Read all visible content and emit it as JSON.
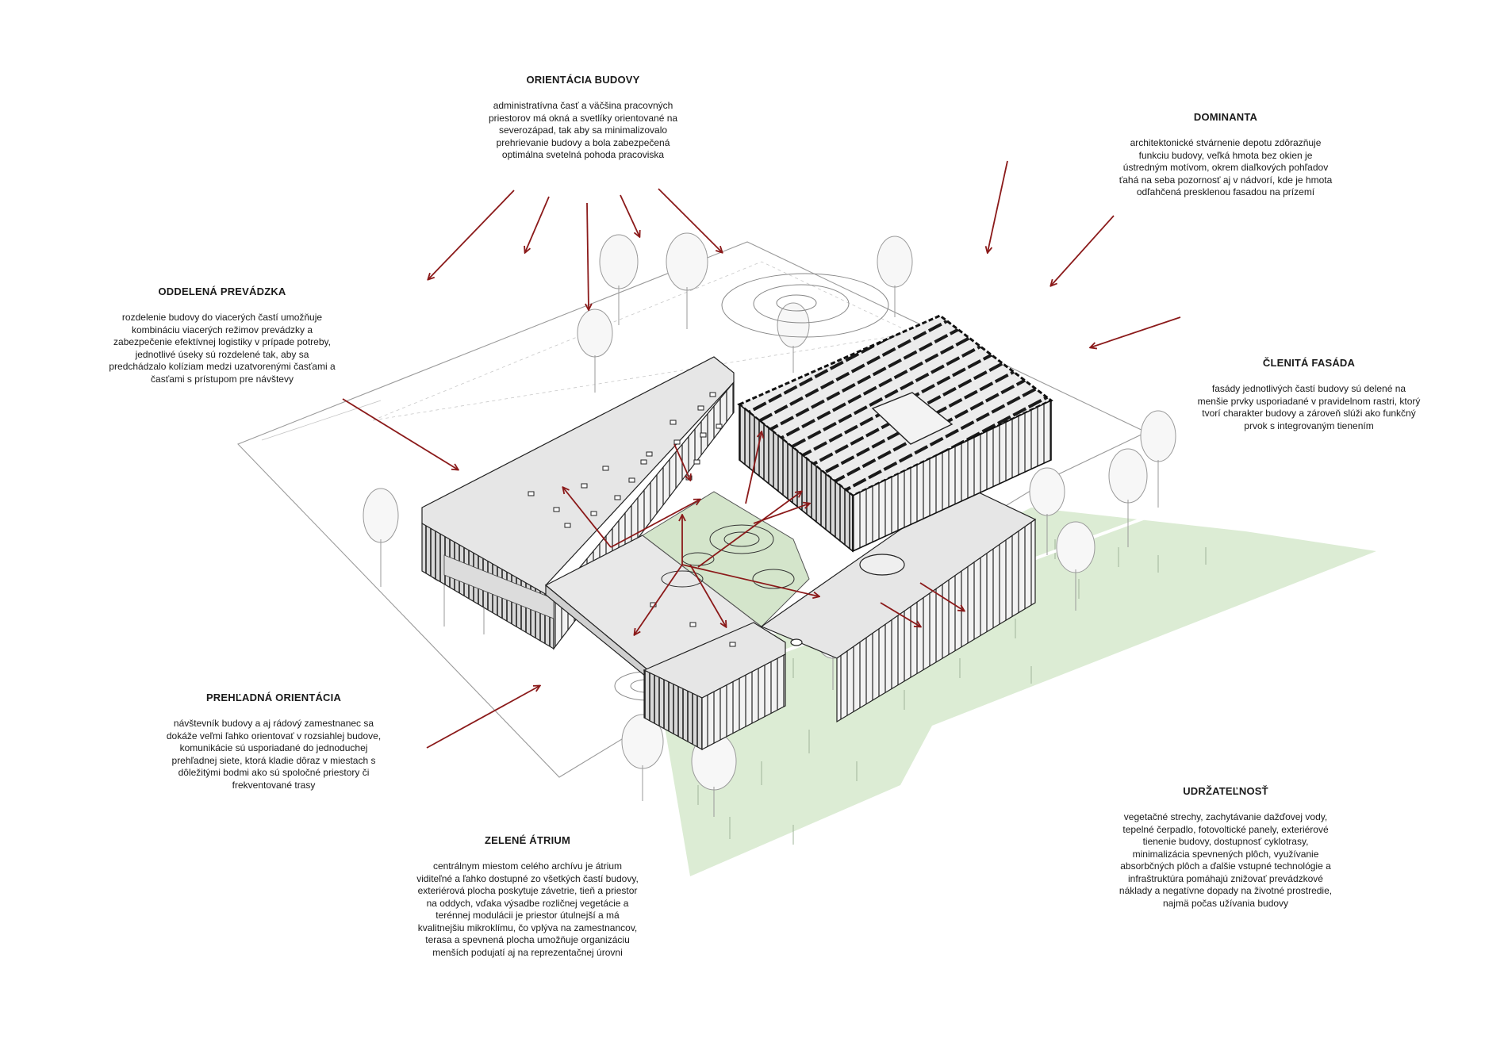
{
  "annotations": [
    {
      "id": "orientacia",
      "title": "ORIENTÁCIA BUDOVY",
      "text": "administratívna časť a väčšina pracovných\npriestorov má okná a svetlíky orientované na\nseverozápad, tak aby sa minimalizovalo\nprehrievanie budovy a bola zabezpečená\noptimálna svetelná pohoda pracoviska"
    },
    {
      "id": "dominanta",
      "title": "DOMINANTA",
      "text": "architektonické stvárnenie depotu zdôrazňuje\nfunkciu budovy, veľká hmota bez okien je\nústredným motívom, okrem diaľkových pohľadov\nťahá na seba pozornosť aj v nádvorí, kde je hmota\nodľahčená presklenou fasadou na prízemí"
    },
    {
      "id": "oddelena",
      "title": "ODDELENÁ PREVÁDZKA",
      "text": "rozdelenie budovy do viacerých častí umožňuje\nkombináciu viacerých režimov prevádzky a\nzabezpečenie efektívnej logistiky v prípade potreby,\njednotlivé úseky sú rozdelené tak, aby sa\npredchádzalo kolíziam medzi uzatvorenými časťami a\nčasťami s prístupom pre návštevy"
    },
    {
      "id": "clenita",
      "title": "ČLENITÁ FASÁDA",
      "text": "fasády jednotlivých častí budovy sú delené na\nmenšie prvky usporiadané v pravidelnom rastri, ktorý\ntvorí charakter budovy a zároveň slúži ako funkčný\nprvok s integrovaným tienením"
    },
    {
      "id": "prehladna",
      "title": "PREHĽADNÁ ORIENTÁCIA",
      "text": "návštevník budovy a aj rádový zamestnanec sa\ndokáže veľmi ľahko orientovať v rozsiahlej budove,\nkomunikácie sú usporiadané do jednoduchej\nprehľadnej siete, ktorá kladie dôraz v miestach s\ndôležitými bodmi ako sú spoločné priestory či\nfrekventované trasy"
    },
    {
      "id": "udrzatelnost",
      "title": "UDRŽATEĽNOSŤ",
      "text": "vegetačné strechy, zachytávanie dažďovej vody,\ntepelné čerpadlo, fotovoltické panely, exteriérové\ntienenie budovy, dostupnosť cyklotrasy,\nminimalizácia spevnených plôch, využívanie\nabsorbčných plôch a ďalšie vstupné technológie a\ninfraštruktúra pomáhajú znižovať prevádzkové\nnáklady a negatívne dopady na životné prostredie,\nnajmä počas užívania budovy"
    },
    {
      "id": "atrium",
      "title": "ZELENÉ ÁTRIUM",
      "text": "centrálnym miestom celého archívu je átrium\nviditeľné a ľahko dostupné zo všetkých častí budovy,\nexteriérová plocha poskytuje závetrie, tieň a priestor\nna oddych, vďaka výsadbe rozličnej vegetácie a\nterénnej modulácii je  priestor útulnejší a má\nkvalitnejšiu mikroklímu, čo vplýva na zamestnancov,\nterasa a spevnená plocha umožňuje organizáciu\nmenších podujatí aj na reprezentačnej úrovni"
    }
  ],
  "colors": {
    "arrow": "#8b1a1a",
    "green": "#dcecd4",
    "roof": "#e6e6e6",
    "line": "#222222"
  }
}
